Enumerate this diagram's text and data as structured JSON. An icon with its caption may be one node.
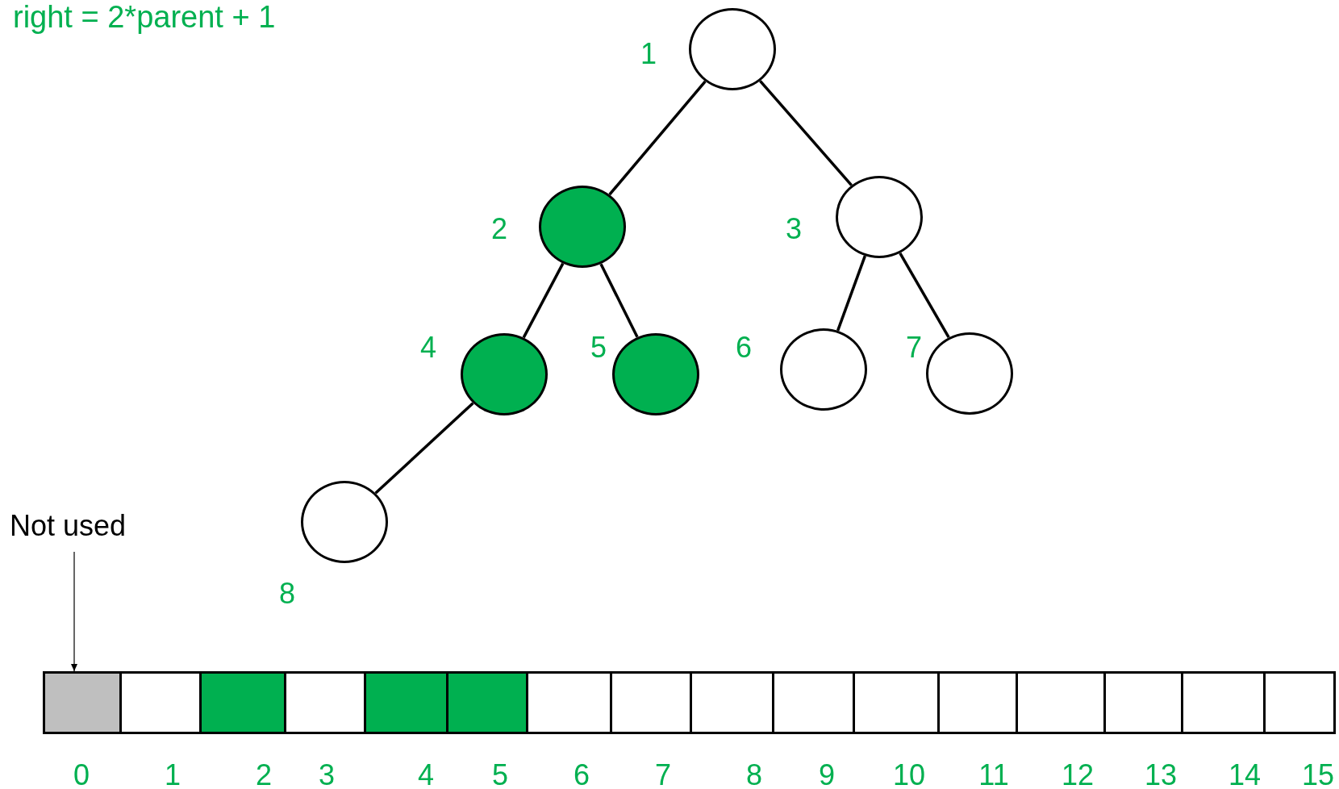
{
  "diagram": {
    "nodes": [
      {
        "text": [],
        "shape": "circle",
        "beside": [
          "1"
        ]
      },
      {
        "text": [],
        "shape": "circle",
        "beside": [
          "2"
        ]
      },
      {
        "text": [],
        "shape": "circle",
        "beside": [
          "3"
        ]
      },
      {
        "text": [],
        "shape": "circle",
        "beside": [
          "4"
        ]
      },
      {
        "text": [],
        "shape": "circle",
        "beside": [
          "5"
        ]
      },
      {
        "text": [],
        "shape": "circle",
        "beside": [
          "6"
        ]
      },
      {
        "text": [],
        "shape": "circle",
        "beside": [
          "7"
        ]
      },
      {
        "text": [],
        "shape": "circle",
        "beside": [
          "8"
        ]
      },
      {
        "text": [
          "Not used"
        ]
      },
      {
        "text": [],
        "shape": "box",
        "beside": [
          "0"
        ]
      },
      {
        "text": [],
        "shape": "box",
        "beside": [
          "1"
        ]
      },
      {
        "text": [],
        "shape": "box",
        "beside": [
          "2"
        ]
      },
      {
        "text": [],
        "shape": "box",
        "beside": [
          "3"
        ]
      },
      {
        "text": [],
        "shape": "box",
        "beside": [
          "4"
        ]
      },
      {
        "text": [],
        "shape": "box",
        "beside": [
          "5"
        ]
      },
      {
        "text": [],
        "shape": "box",
        "beside": [
          "6"
        ]
      },
      {
        "text": [],
        "shape": "box",
        "beside": [
          "7"
        ]
      },
      {
        "text": [],
        "shape": "box",
        "beside": [
          "8"
        ]
      },
      {
        "text": [],
        "shape": "box",
        "beside": [
          "9"
        ]
      },
      {
        "text": [],
        "shape": "box",
        "beside": [
          "10"
        ]
      },
      {
        "text": [],
        "shape": "box",
        "beside": [
          "11"
        ]
      },
      {
        "text": [],
        "shape": "box",
        "beside": [
          "12"
        ]
      },
      {
        "text": [],
        "shape": "box",
        "beside": [
          "13"
        ]
      },
      {
        "text": [],
        "shape": "box",
        "beside": [
          "14"
        ]
      },
      {
        "text": [],
        "shape": "box",
        "beside": [
          "15"
        ]
      }
    ],
    "edges": [
      {
        "from": 0,
        "to": 1,
        "arrow": "none"
      },
      {
        "from": 0,
        "to": 2,
        "arrow": "none"
      },
      {
        "from": 1,
        "to": 3,
        "arrow": "none"
      },
      {
        "from": 1,
        "to": 4,
        "arrow": "none"
      },
      {
        "from": 2,
        "to": 5,
        "arrow": "none"
      },
      {
        "from": 2,
        "to": 6,
        "arrow": "none"
      },
      {
        "from": 3,
        "to": 7,
        "arrow": "none"
      },
      {
        "from": 8,
        "to": 9,
        "arrow": "to"
      }
    ],
    "labels": [
      "right = 2*parent + 1"
    ]
  }
}
